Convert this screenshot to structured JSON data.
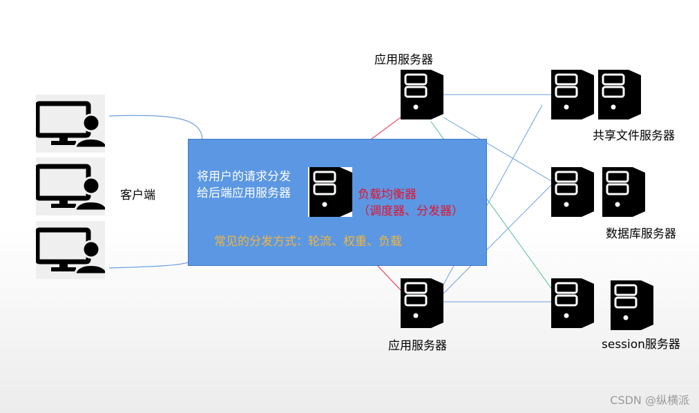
{
  "labels": {
    "app_server_top": "应用服务器",
    "app_server_bottom": "应用服务器",
    "client": "客户端",
    "shared_file_server": "共享文件服务器",
    "database_server": "数据库服务器",
    "session_server": "session服务器"
  },
  "load_balancer": {
    "description": "将用户的请求分发给后端应用服务器",
    "title": "负载均衡器",
    "subtitle": "（调度器、分发器）",
    "methods": "常见的分发方式：轮流、权重、负载"
  },
  "watermark": "CSDN @纵横派",
  "colors": {
    "box_fill": "#5b97e3",
    "link_blue": "#6a9fe0",
    "link_red": "#e8526a",
    "link_green": "#4cc08a",
    "title_red": "#e8102a",
    "methods_orange": "#f3b53a"
  },
  "icons": [
    "monitor-user-icon",
    "server-tower-icon"
  ]
}
